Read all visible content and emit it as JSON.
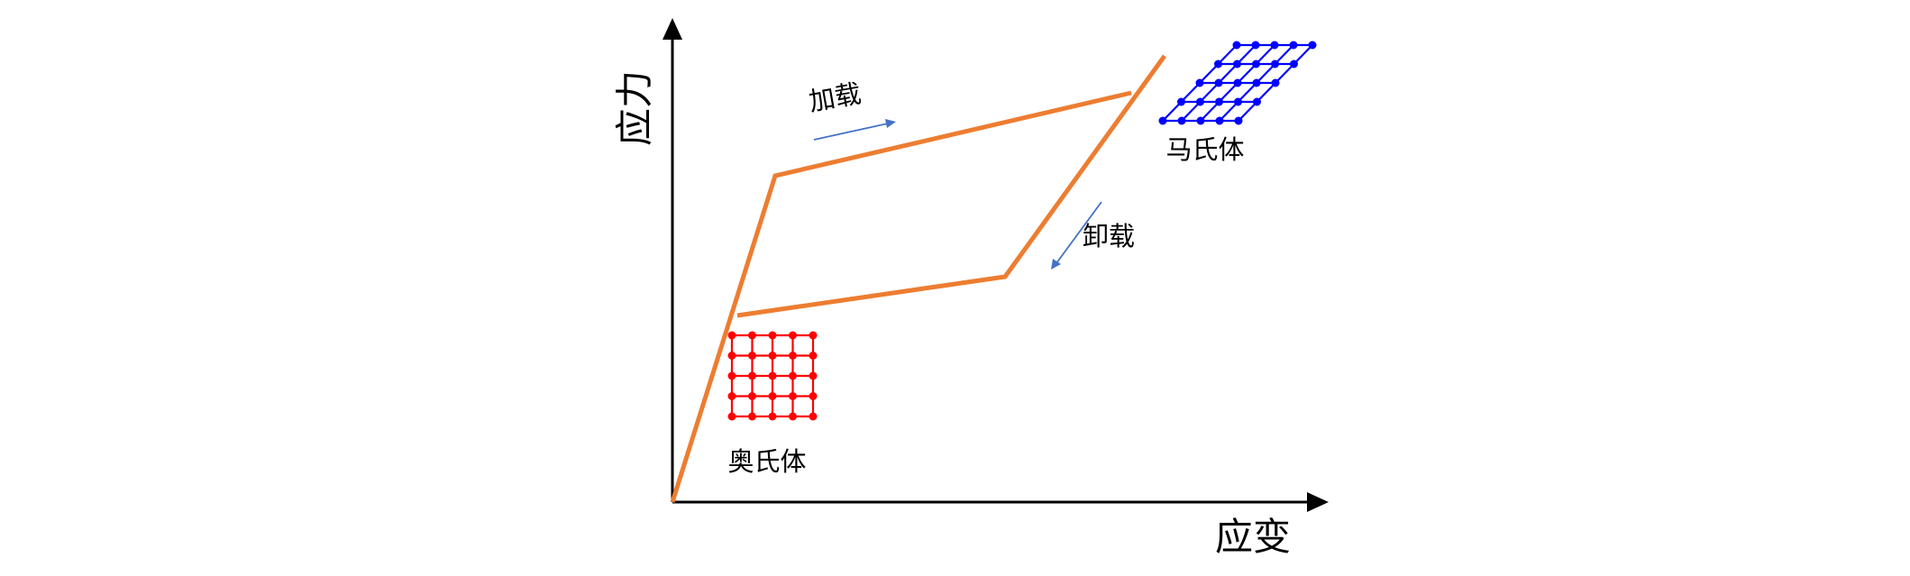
{
  "axes": {
    "y_label": "应力",
    "x_label": "应变"
  },
  "annotations": {
    "loading": "加载",
    "unloading": "卸载",
    "austenite": "奥氏体",
    "martensite": "马氏体"
  },
  "colors": {
    "axis": "#000000",
    "hysteresis_curve": "#ED7D31",
    "arrow": "#4472C4",
    "austenite_lattice": "#FF0000",
    "martensite_lattice": "#0000FF"
  },
  "lattices": {
    "austenite": {
      "rows": 5,
      "cols": 5,
      "shape": "square"
    },
    "martensite": {
      "rows": 5,
      "cols": 5,
      "shape": "sheared"
    }
  }
}
